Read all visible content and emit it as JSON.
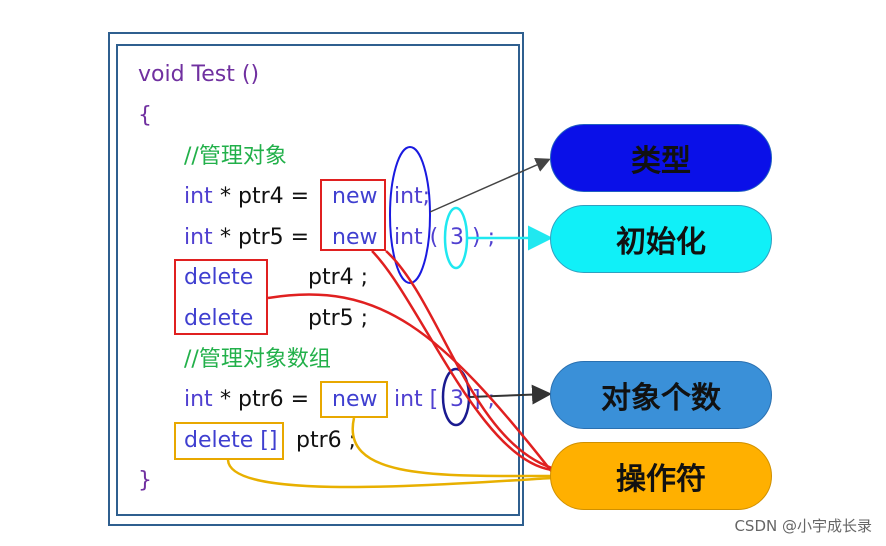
{
  "code": {
    "line1": "void Test ()",
    "brace_open": "{",
    "comment1": "//管理对象",
    "l4_int": "int",
    "l4_star_ptr": "* ptr4 =",
    "l4_new": "new",
    "l4_type": "int;",
    "l5_int": "int",
    "l5_star_ptr": "* ptr5 =",
    "l5_new": "new",
    "l5_type": "int (",
    "l5_init": "3",
    "l5_close": ") ;",
    "l6_delete": "delete",
    "l6_ptr": "ptr4 ;",
    "l7_delete": "delete",
    "l7_ptr": "ptr5 ;",
    "comment2": "//管理对象数组",
    "l9_int": "int",
    "l9_star_ptr": "* ptr6 =",
    "l9_new": "new",
    "l9_type": "int [",
    "l9_count": "3",
    "l9_close": "] ;",
    "l10_delete": "delete []",
    "l10_ptr": "ptr6 ;",
    "brace_close": "}"
  },
  "labels": {
    "type": "类型",
    "init": "初始化",
    "count": "对象个数",
    "operator": "操作符"
  },
  "colors": {
    "type_pill": "#0a10e8",
    "init_pill": "#10f0f8",
    "count_pill": "#3a90d8",
    "operator_pill": "#ffb000",
    "red": "#e02020",
    "orange": "#e8b000",
    "navy": "#1a1a90",
    "cyan": "#20e8f0"
  },
  "watermark": "CSDN @小宇成长录"
}
